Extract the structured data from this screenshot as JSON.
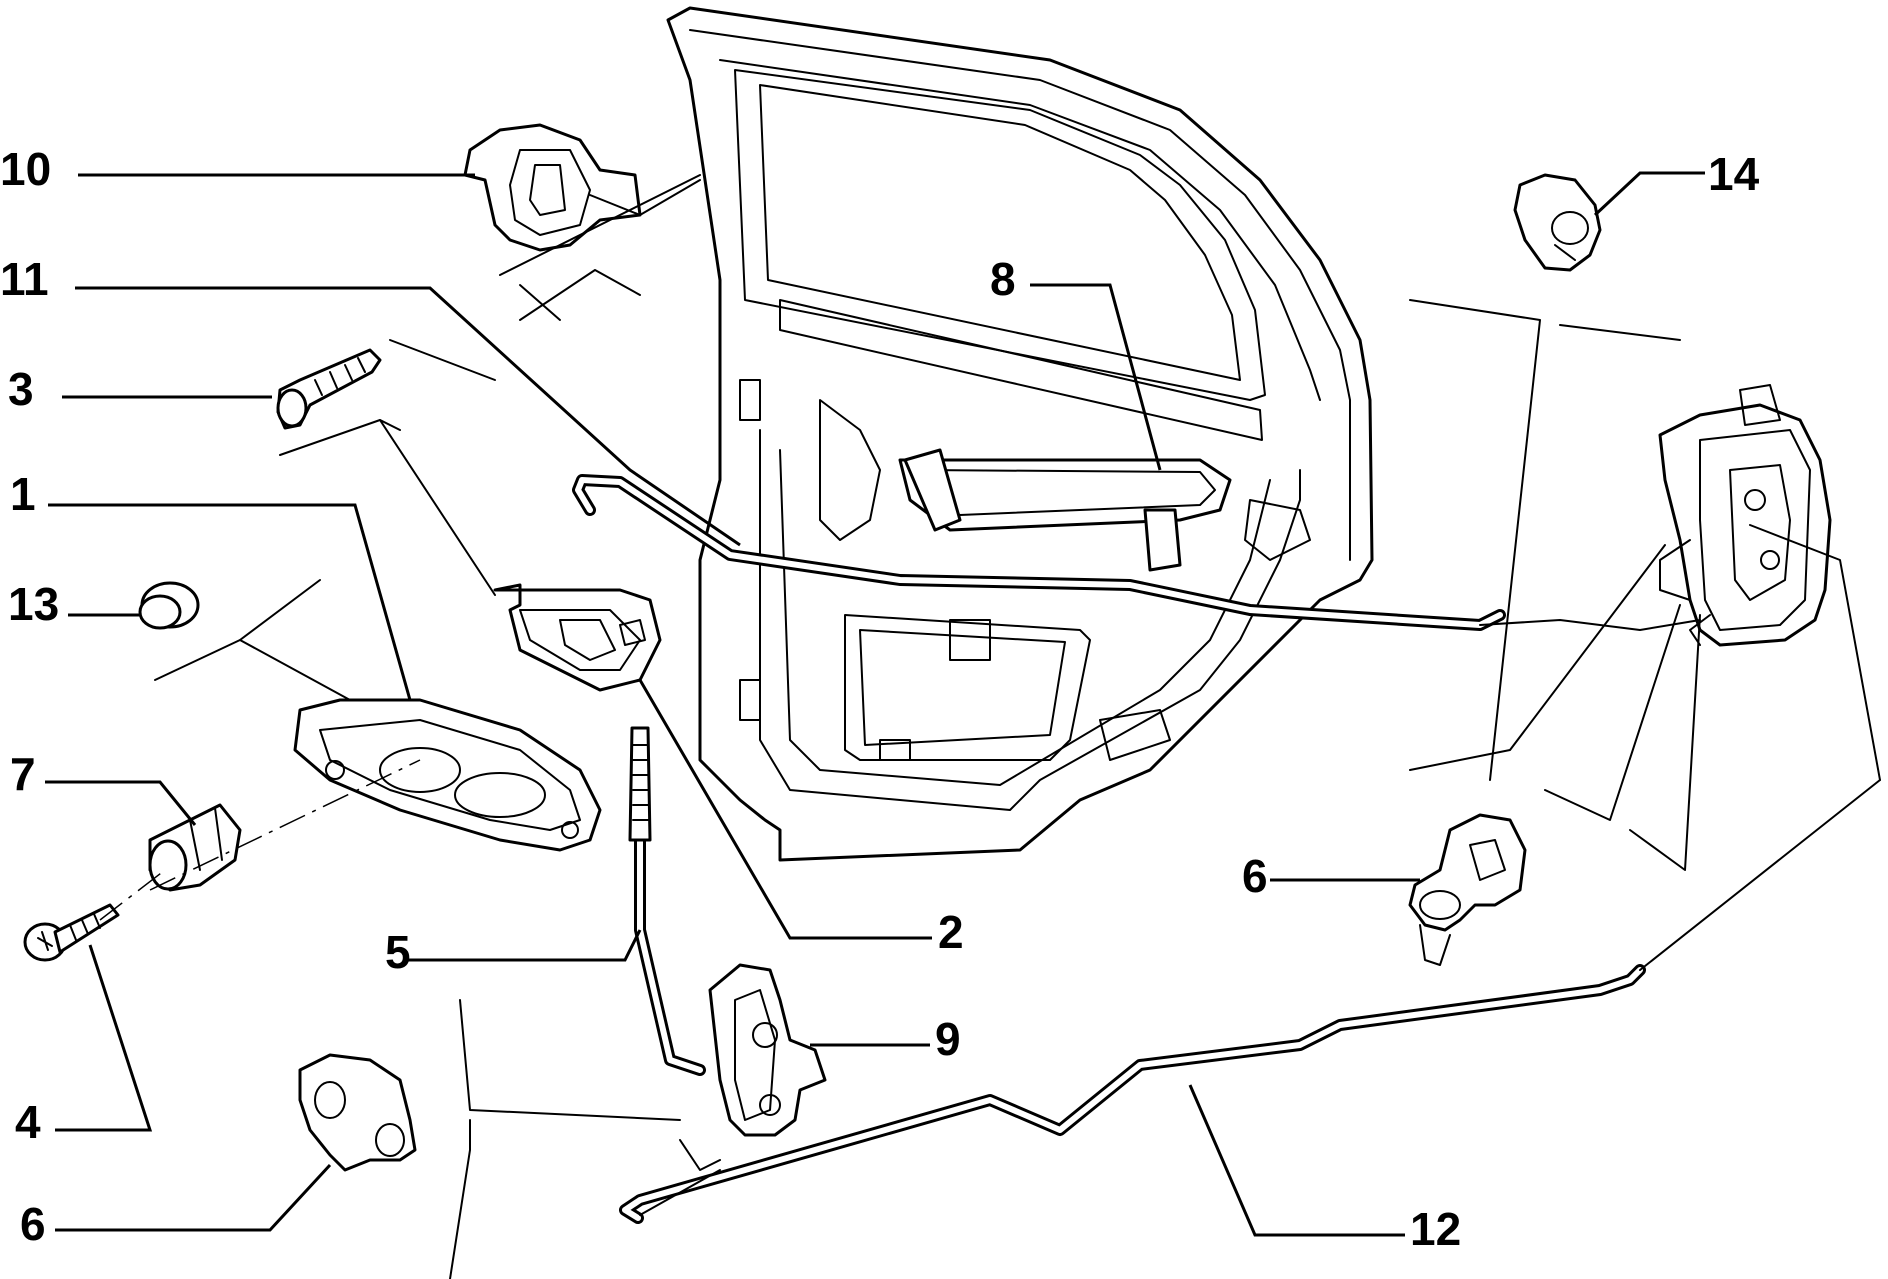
{
  "callouts": [
    {
      "id": "10",
      "label": "10"
    },
    {
      "id": "11",
      "label": "11"
    },
    {
      "id": "3",
      "label": "3"
    },
    {
      "id": "1",
      "label": "1"
    },
    {
      "id": "13",
      "label": "13"
    },
    {
      "id": "7",
      "label": "7"
    },
    {
      "id": "4",
      "label": "4"
    },
    {
      "id": "6a",
      "label": "6"
    },
    {
      "id": "5",
      "label": "5"
    },
    {
      "id": "2",
      "label": "2"
    },
    {
      "id": "9",
      "label": "9"
    },
    {
      "id": "8",
      "label": "8"
    },
    {
      "id": "14",
      "label": "14"
    },
    {
      "id": "6b",
      "label": "6"
    },
    {
      "id": "12",
      "label": "12"
    }
  ]
}
